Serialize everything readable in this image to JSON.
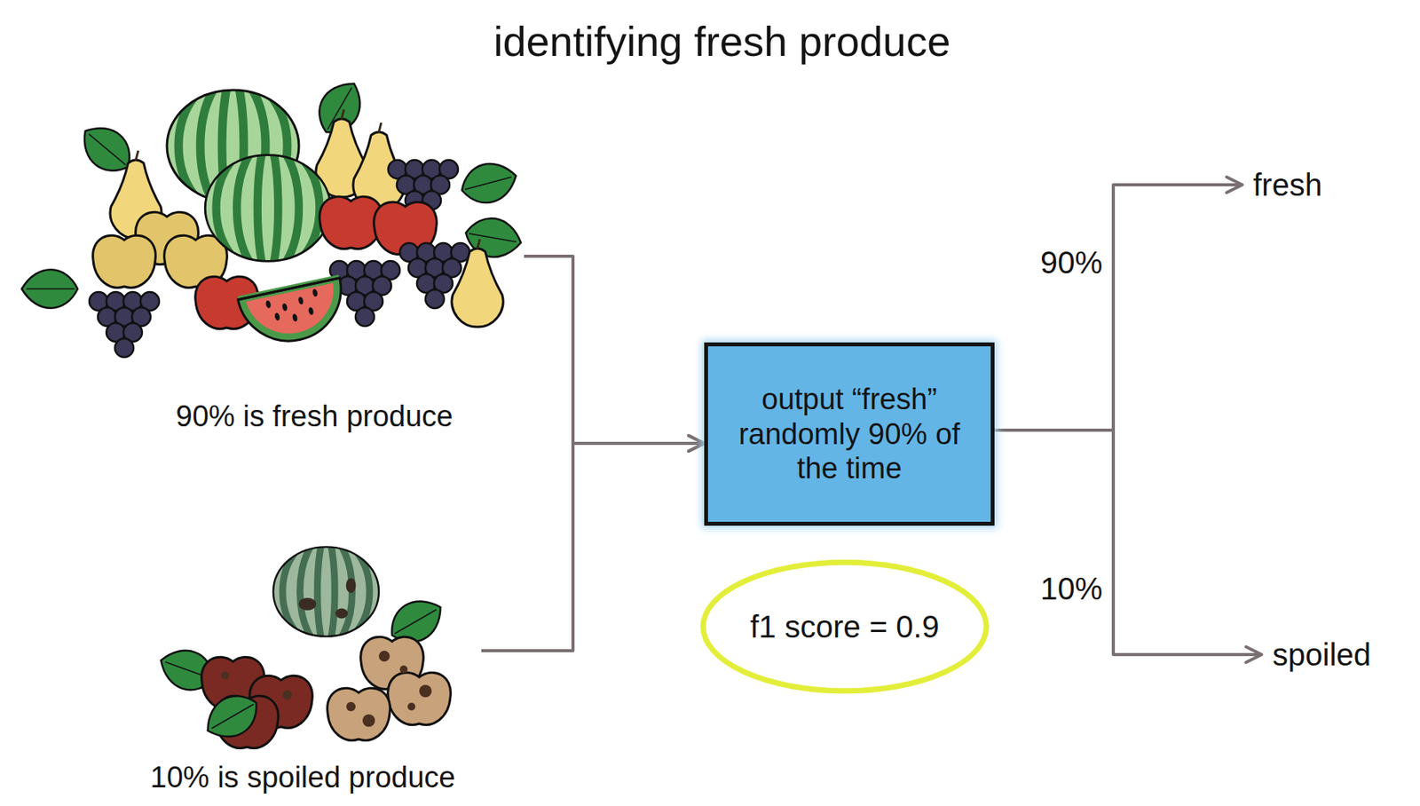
{
  "diagram": {
    "title": "identifying fresh produce",
    "nodes": [
      {
        "text": [
          "90% is fresh produce"
        ]
      },
      {
        "text": [
          "10% is spoiled produce"
        ]
      },
      {
        "text": [
          "output “fresh” randomly 90% of the time"
        ]
      },
      {
        "text": [
          "f1 score = 0.9"
        ]
      },
      {
        "text": [
          "fresh"
        ]
      },
      {
        "text": [
          "spoiled"
        ]
      }
    ],
    "edges": [
      {
        "from": 0,
        "to": 2,
        "arrow": "to"
      },
      {
        "from": 1,
        "to": 2,
        "arrow": "to"
      },
      {
        "from": 2,
        "to": 4,
        "label": "90%",
        "arrow": "to"
      },
      {
        "from": 2,
        "to": 5,
        "label": "10%",
        "arrow": "to"
      }
    ]
  }
}
